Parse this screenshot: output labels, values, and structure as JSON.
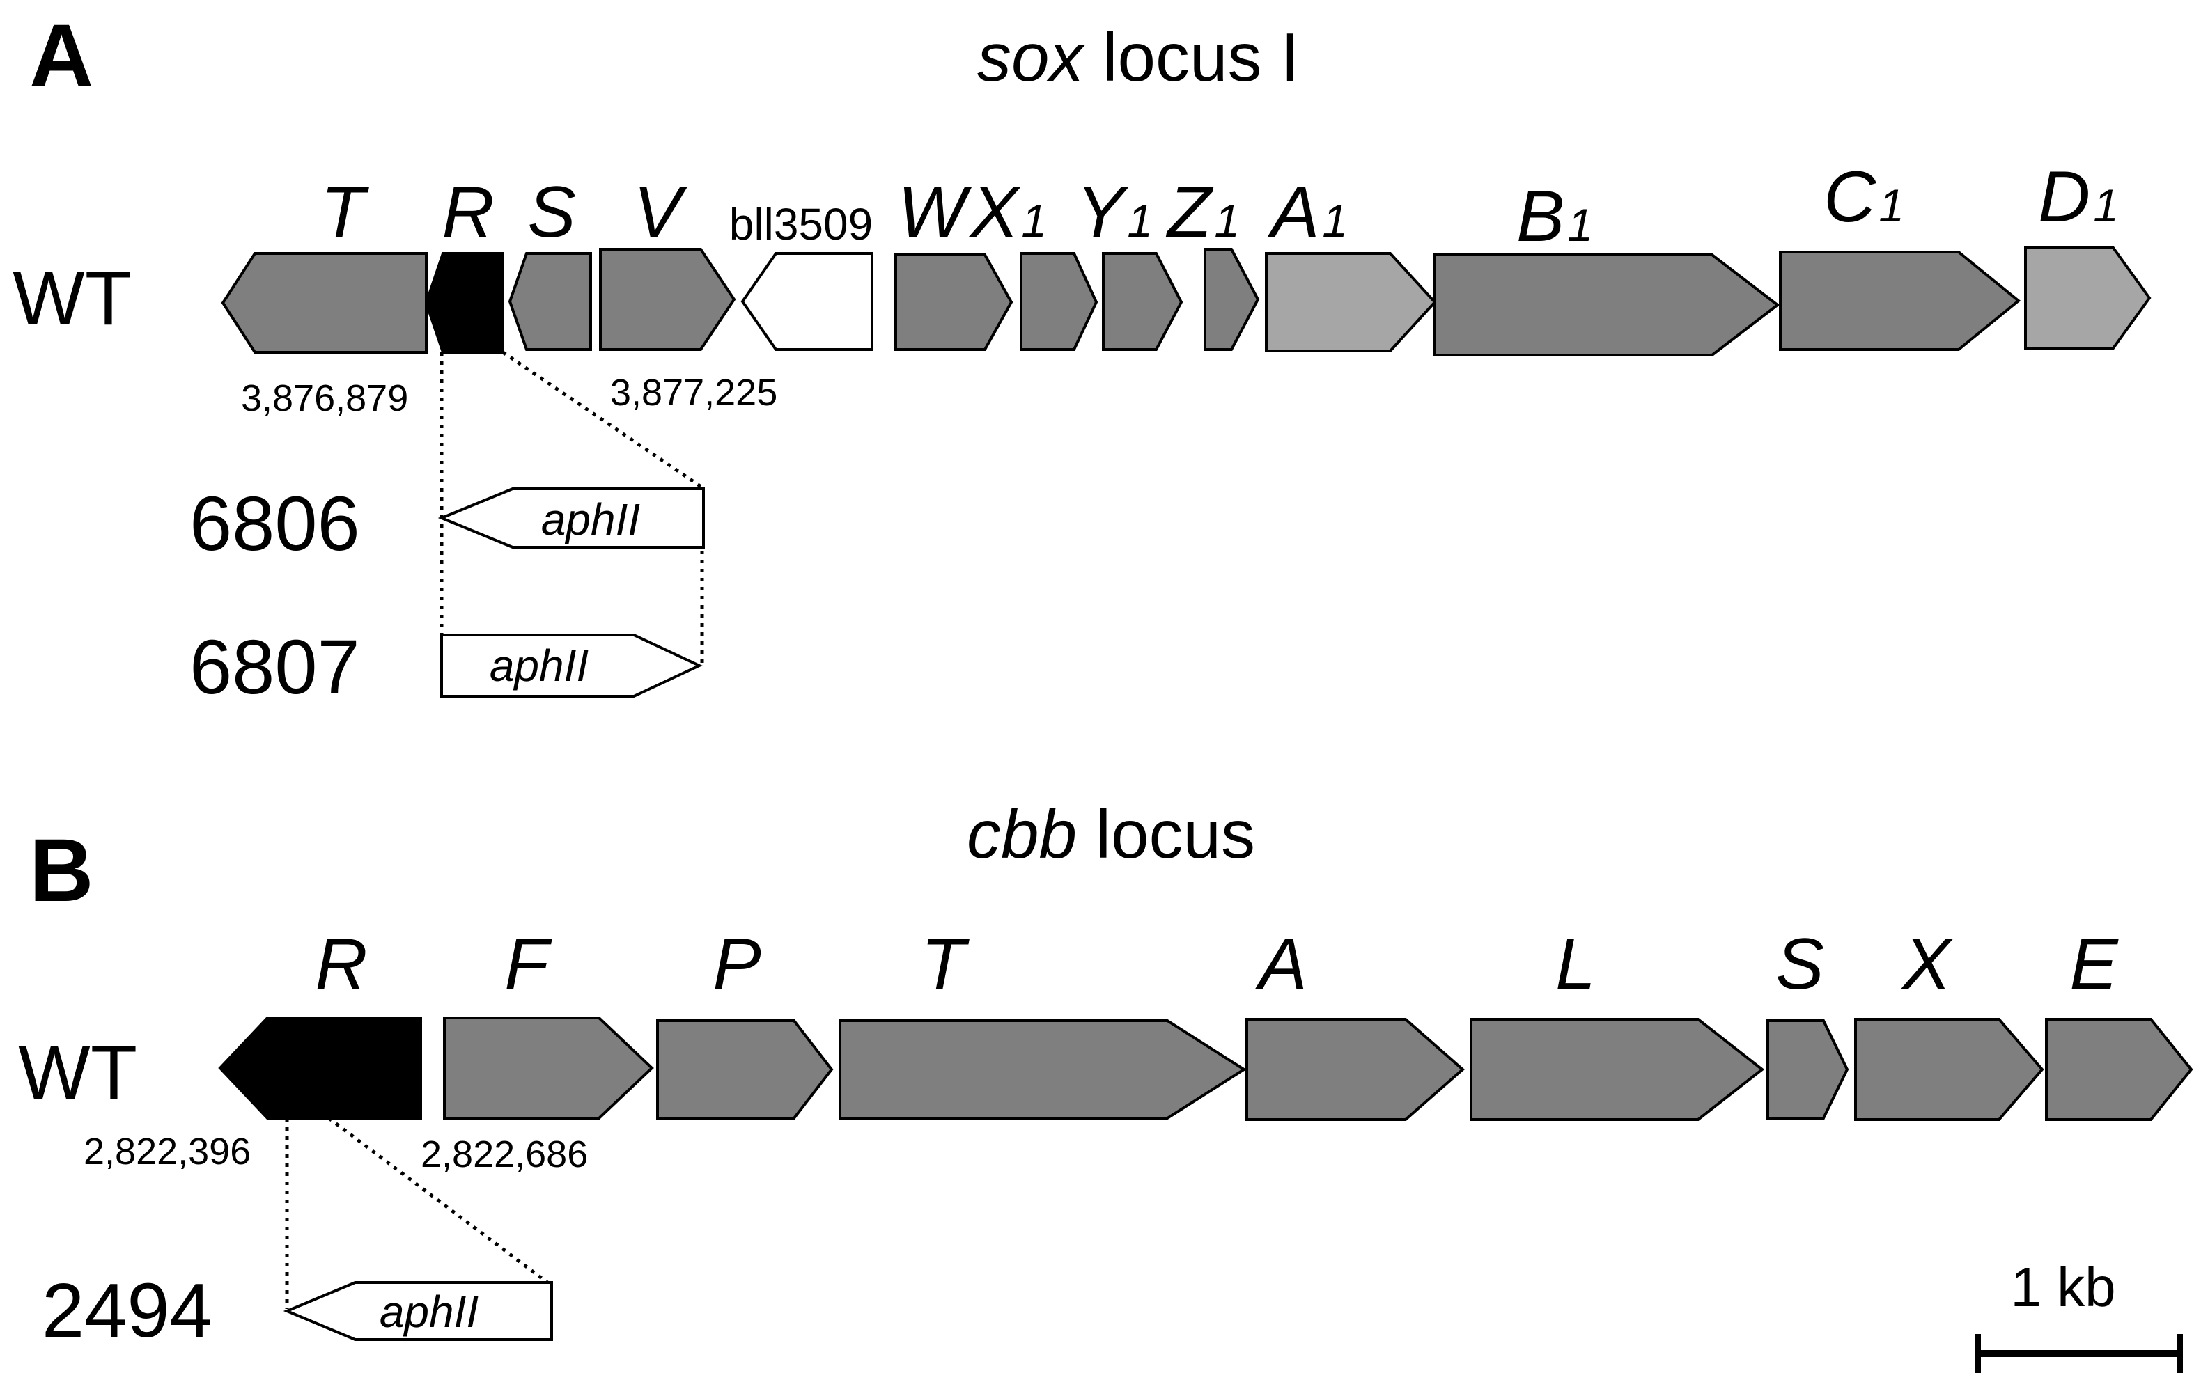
{
  "panels": {
    "a": {
      "letter": "A",
      "title_italic": "sox",
      "title_rest": " locus I",
      "row_label": "WT",
      "genes": {
        "T": {
          "label": "T",
          "sub": "",
          "fill": "#7f7f7f"
        },
        "R": {
          "label": "R",
          "sub": "",
          "fill": "#000000"
        },
        "S": {
          "label": "S",
          "sub": "",
          "fill": "#7f7f7f"
        },
        "V": {
          "label": "V",
          "sub": "",
          "fill": "#7f7f7f"
        },
        "bll3509": {
          "label": "bll3509",
          "sub": "",
          "fill": "#ffffff"
        },
        "W": {
          "label": "W",
          "sub": "",
          "fill": "#7f7f7f"
        },
        "X1": {
          "label": "X",
          "sub": "1",
          "fill": "#7f7f7f"
        },
        "Y1": {
          "label": "Y",
          "sub": "1",
          "fill": "#7f7f7f"
        },
        "Z1": {
          "label": "Z",
          "sub": "1",
          "fill": "#7f7f7f"
        },
        "A1": {
          "label": "A",
          "sub": "1",
          "fill": "#a6a6a6"
        },
        "B1": {
          "label": "B",
          "sub": "1",
          "fill": "#7f7f7f"
        },
        "C1": {
          "label": "C",
          "sub": "1",
          "fill": "#7f7f7f"
        },
        "D1": {
          "label": "D",
          "sub": "1",
          "fill": "#a6a6a6"
        }
      },
      "coord_left": "3,876,879",
      "coord_right": "3,877,225",
      "mutants": [
        {
          "label": "6806",
          "cassette": "aphII",
          "orientation": "reverse"
        },
        {
          "label": "6807",
          "cassette": "aphII",
          "orientation": "forward"
        }
      ]
    },
    "b": {
      "letter": "B",
      "title_italic": "cbb",
      "title_rest": " locus",
      "row_label": "WT",
      "genes": {
        "R": {
          "label": "R",
          "fill": "#000000"
        },
        "F": {
          "label": "F",
          "fill": "#7f7f7f"
        },
        "P": {
          "label": "P",
          "fill": "#7f7f7f"
        },
        "T": {
          "label": "T",
          "fill": "#7f7f7f"
        },
        "A": {
          "label": "A",
          "fill": "#7f7f7f"
        },
        "L": {
          "label": "L",
          "fill": "#7f7f7f"
        },
        "S": {
          "label": "S",
          "fill": "#7f7f7f"
        },
        "X": {
          "label": "X",
          "fill": "#7f7f7f"
        },
        "E": {
          "label": "E",
          "fill": "#7f7f7f"
        }
      },
      "coord_left": "2,822,396",
      "coord_right": "2,822,686",
      "mutants": [
        {
          "label": "2494",
          "cassette": "aphII",
          "orientation": "reverse"
        }
      ]
    }
  },
  "scale_bar": {
    "label": "1 kb"
  },
  "colors": {
    "outline": "#000000",
    "cassette_fill": "#ffffff"
  }
}
